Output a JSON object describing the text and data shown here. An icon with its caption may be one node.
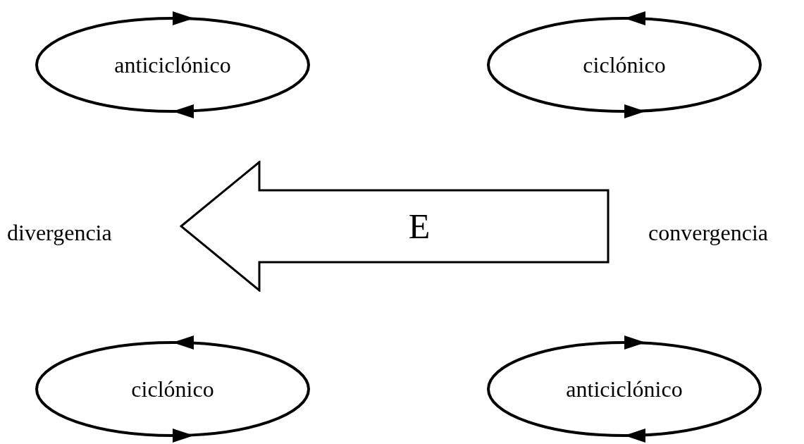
{
  "diagram": {
    "nodes": [
      {
        "text": [
          "anticiclónico"
        ]
      },
      {
        "text": [
          "ciclónico"
        ]
      },
      {
        "text": [
          "E"
        ]
      },
      {
        "text": [
          "ciclónico"
        ]
      },
      {
        "text": [
          "anticiclónico"
        ]
      }
    ],
    "labels": [
      "divergencia",
      "convergencia"
    ]
  }
}
